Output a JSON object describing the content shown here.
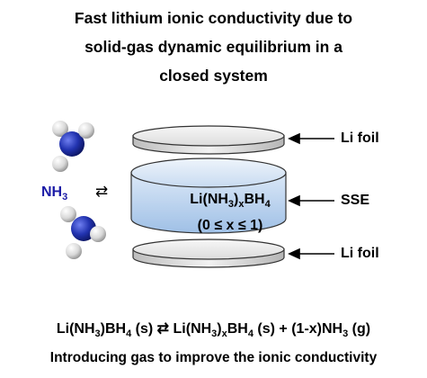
{
  "title": {
    "line1": "Fast lithium ionic conductivity due to",
    "line2": "solid-gas dynamic equilibrium in a",
    "line3": "closed system"
  },
  "gas": {
    "label_main": "NH",
    "label_sub": "3",
    "arrow": "⇄"
  },
  "electrolyte": {
    "formula_a": "Li(NH",
    "formula_b": "3",
    "formula_c": ")",
    "formula_d": "x",
    "formula_e": "BH",
    "formula_f": "4",
    "range": "(0 ≤ x ≤ 1)"
  },
  "labels": {
    "top_foil": "Li foil",
    "sse": "SSE",
    "bottom_foil": "Li foil"
  },
  "equation": {
    "p1": "Li(NH",
    "p2": "3",
    "p3": ")BH",
    "p4": "4",
    "p5": " (s) ⇄ Li(NH",
    "p6": "3",
    "p7": ")",
    "p8": "x",
    "p9": "BH",
    "p10": "4",
    "p11": " (s) + (1-x)NH",
    "p12": "3",
    "p13": " (g)"
  },
  "caption": "Introducing gas to improve the ionic conductivity",
  "colors": {
    "nitrogen": "#1f2fa8",
    "hydrogen": "#d9d9d9",
    "sse_fill": "#b9d3ef",
    "foil_fill": "#e6e6e6",
    "nh3_label": "#1a1aa6"
  }
}
